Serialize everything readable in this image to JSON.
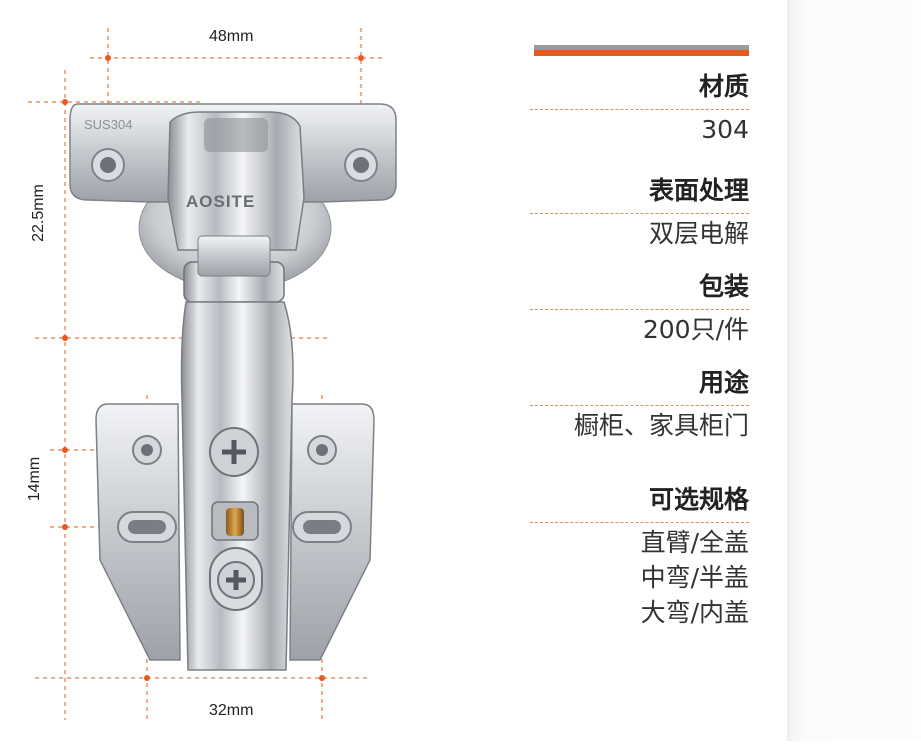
{
  "dimensions": {
    "top_width": "48mm",
    "cup_height": "22.5mm",
    "plate_height": "14mm",
    "bottom_width": "32mm"
  },
  "product": {
    "stamp": "SUS304",
    "brand": "AOSITE"
  },
  "specs": [
    {
      "label": "材质",
      "values": [
        "304"
      ]
    },
    {
      "label": "表面处理",
      "values": [
        "双层电解"
      ]
    },
    {
      "label": "包装",
      "values": [
        "200只/件"
      ]
    },
    {
      "label": "用途",
      "values": [
        "橱柜、家具柜门"
      ]
    },
    {
      "label": "可选规格",
      "values": [
        "直臂/全盖",
        "中弯/半盖",
        "大弯/内盖"
      ]
    }
  ],
  "colors": {
    "accent": "#e8591c",
    "gray_bar": "#9b9b9b",
    "dash": "#e88a5c"
  }
}
